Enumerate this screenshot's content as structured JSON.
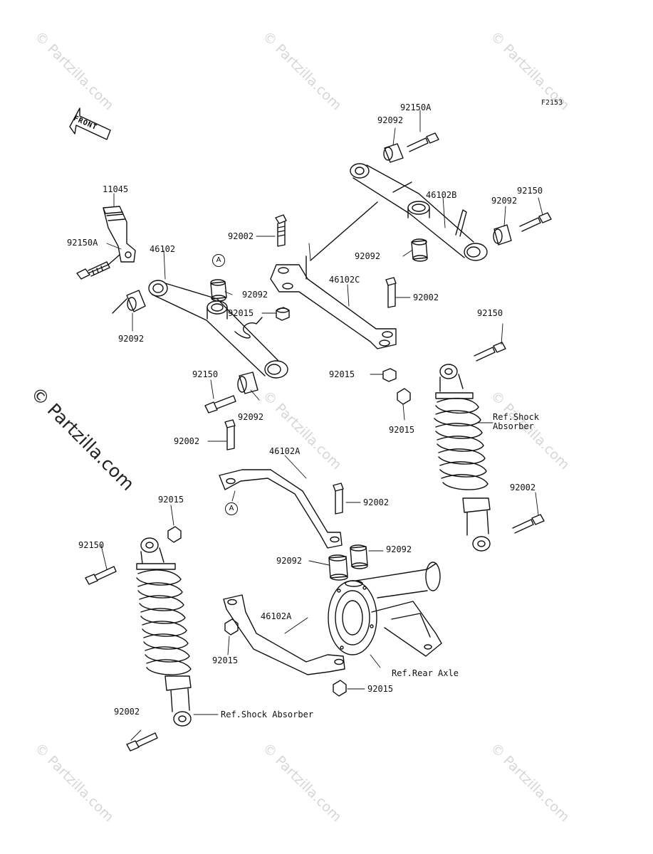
{
  "figure_code": "F2153",
  "front_label": "FRONT",
  "watermarks": {
    "small": "© Partzilla.com",
    "large": "© Partzilla.com"
  },
  "callout_ref": "A",
  "parts": {
    "p11045": "11045",
    "p92150A_left": "92150A",
    "p46102": "46102",
    "p92092_left": "92092",
    "p92150_left_arm": "92150",
    "p92092_left_arm": "92092",
    "p92002_top": "92002",
    "p92092_mid": "92092",
    "p92015_mid": "92015",
    "p46102C": "46102C",
    "p92002_46102C": "92002",
    "p92015_46102C": "92015",
    "p92150A_top": "92150A",
    "p92092_top": "92092",
    "p46102B": "46102B",
    "p92092_right": "92092",
    "p92150_right": "92150",
    "p92092_46102B": "92092",
    "p92150_shock_right": "92150",
    "p92015_shock_right": "92015",
    "ref_shock_right": "Ref.Shock\nAbsorber",
    "p92002_shock_right": "92002",
    "p92002_46102A_top": "92002",
    "p46102A_top": "46102A",
    "p92002_axle": "92002",
    "p92092_axle_a": "92092",
    "p92092_axle_b": "92092",
    "p92015_shock_left": "92015",
    "p92150_shock_left": "92150",
    "p46102A_bottom": "46102A",
    "p92015_bottom_left": "92015",
    "ref_rear_axle": "Ref.Rear Axle",
    "p92015_bottom_right": "92015",
    "p92002_shock_left": "92002",
    "ref_shock_left": "Ref.Shock Absorber"
  }
}
